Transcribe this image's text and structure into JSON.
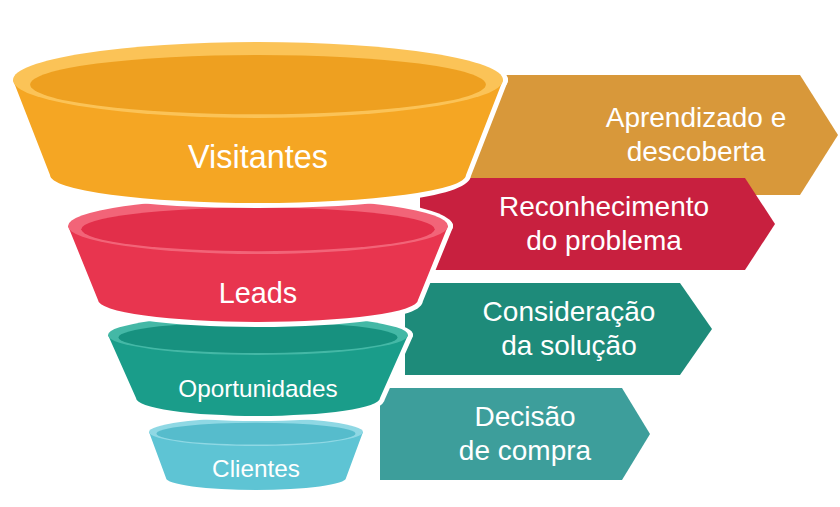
{
  "diagram": {
    "nodes": [
      {
        "text": [
          "Visitantes"
        ]
      },
      {
        "text": [
          "Aprendizado e descoberta"
        ]
      },
      {
        "text": [
          "Leads"
        ]
      },
      {
        "text": [
          "Reconhecimento do problema"
        ]
      },
      {
        "text": [
          "Oportunidades"
        ]
      },
      {
        "text": [
          "Consideração da solução"
        ]
      },
      {
        "text": [
          "Clientes"
        ]
      },
      {
        "text": [
          "Decisão de compra"
        ]
      }
    ]
  }
}
